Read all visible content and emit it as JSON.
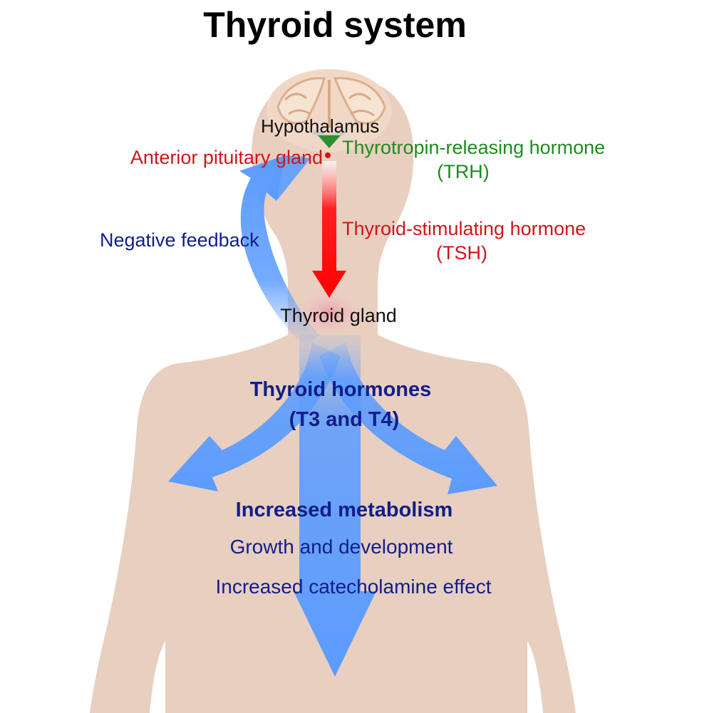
{
  "title": "Thyroid system",
  "labels": {
    "hypothalamus": "Hypothalamus",
    "pituitary": "Anterior pituitary gland",
    "trh_name": "Thyrotropin-releasing hormone",
    "trh_abbr": "(TRH)",
    "tsh_name": "Thyroid-stimulating hormone",
    "tsh_abbr": "(TSH)",
    "negative_feedback": "Negative feedback",
    "thyroid_gland": "Thyroid gland",
    "hormones_name": "Thyroid hormones",
    "hormones_abbr": "(T3 and T4)",
    "effect_1": "Increased metabolism",
    "effect_2": "Growth and development",
    "effect_3": "Increased catecholamine effect"
  },
  "colors": {
    "background": "#ffffff",
    "body_skin": "#e8cfc0",
    "brain": "#f1d8c6",
    "brain_fold": "#d9a987",
    "arrow_blue": "#5b9cff",
    "tsh_red": "#ff1010",
    "trh_green": "#2d8f2d",
    "label_red": "#d0161b",
    "label_green": "#1e8c1e",
    "label_navy": "#101e8a",
    "label_black": "#111111"
  }
}
